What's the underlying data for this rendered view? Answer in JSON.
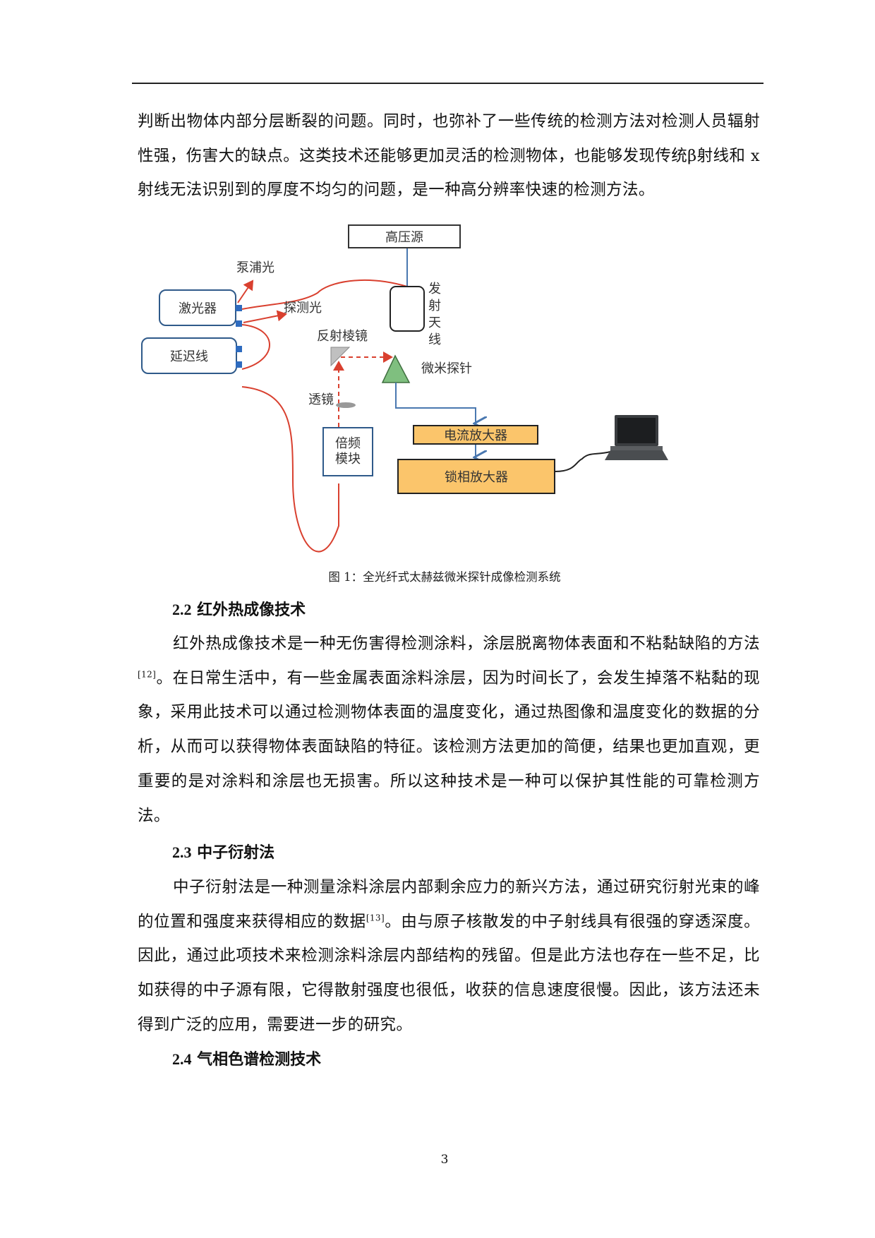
{
  "page": {
    "number": "3"
  },
  "intro": {
    "text": "判断出物体内部分层断裂的问题。同时，也弥补了一些传统的检测方法对检测人员辐射性强，伤害大的缺点。这类技术还能够更加灵活的检测物体，也能够发现传统β射线和 x 射线无法识别到的厚度不均匀的问题，是一种高分辨率快速的检测方法。"
  },
  "figure": {
    "caption": "图 1：全光纤式太赫兹微米探针成像检测系统",
    "labels": {
      "high_voltage": "高压源",
      "pump_light": "泵浦光",
      "laser": "激光器",
      "probe_light": "探测光",
      "delay_line": "延迟线",
      "antenna": "发射天线",
      "antenna_chars": [
        "发",
        "射",
        "天",
        "线"
      ],
      "prism": "反射棱镜",
      "micro_probe": "微米探针",
      "lens": "透镜",
      "freq_module_line1": "倍频",
      "freq_module_line2": "模块",
      "current_amp": "电流放大器",
      "lockin_amp": "锁相放大器"
    },
    "colors": {
      "fiber": "#d9402f",
      "signal_line": "#4a78b0",
      "amp_fill": "#fbc56b",
      "probe_fill": "#7fbf7f",
      "box_border": "#2f5a8a",
      "port": "#2e6bbf"
    }
  },
  "sections": [
    {
      "number": "2.2",
      "title": "红外热成像技术",
      "body_before_ref": "红外热成像技术是一种无伤害得检测涂料，涂层脱离物体表面和不粘黏缺陷的方法",
      "ref": "[12]",
      "body_after_ref": "。在日常生活中，有一些金属表面涂料涂层，因为时间长了，会发生掉落不粘黏的现象，采用此技术可以通过检测物体表面的温度变化，通过热图像和温度变化的数据的分析，从而可以获得物体表面缺陷的特征。该检测方法更加的简便，结果也更加直观，更重要的是对涂料和涂层也无损害。所以这种技术是一种可以保护其性能的可靠检测方法。"
    },
    {
      "number": "2.3",
      "title": "中子衍射法",
      "body_before_ref": "中子衍射法是一种测量涂料涂层内部剩余应力的新兴方法，通过研究衍射光束的峰的位置和强度来获得相应的数据",
      "ref": "[13]",
      "body_after_ref": "。由与原子核散发的中子射线具有很强的穿透深度。因此，通过此项技术来检测涂料涂层内部结构的残留。但是此方法也存在一些不足，比如获得的中子源有限，它得散射强度也很低，收获的信息速度很慢。因此，该方法还未得到广泛的应用，需要进一步的研究。"
    },
    {
      "number": "2.4",
      "title": "气相色谱检测技术"
    }
  ]
}
